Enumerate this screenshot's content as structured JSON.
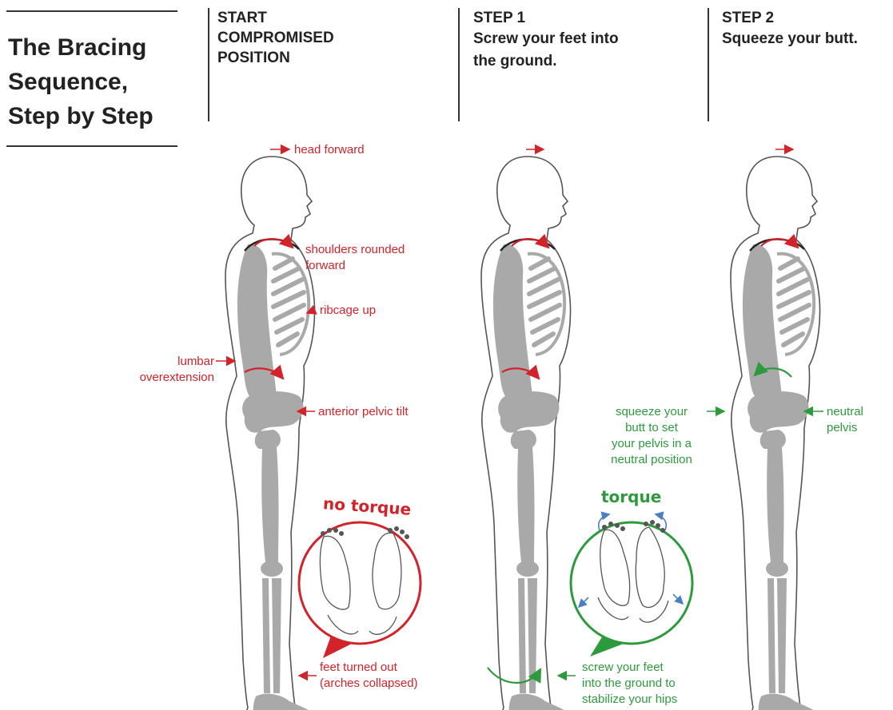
{
  "title": "The Bracing Sequence, Step by Step",
  "title_lines": [
    "The Bracing",
    "Sequence,",
    "Step by Step"
  ],
  "colors": {
    "bad": "#d2232a",
    "good": "#2e9a3e",
    "bone": "#a9a9a9",
    "outline": "#555555",
    "rotation": "#4a7fc1"
  },
  "columns": [
    {
      "label": "START",
      "description_lines": [
        "COMPROMISED",
        "POSITION"
      ]
    },
    {
      "label": "STEP 1",
      "description_lines": [
        "Screw your feet into",
        "the ground."
      ]
    },
    {
      "label": "STEP 2",
      "description_lines": [
        "Squeeze your butt."
      ]
    }
  ],
  "annotations": {
    "head_forward": "head forward",
    "shoulders": [
      "shoulders rounded",
      "forward"
    ],
    "ribcage": "ribcage up",
    "lumbar": [
      "lumbar",
      "overextension"
    ],
    "pelvic_tilt": "anterior pelvic tilt",
    "feet_out": [
      "feet turned out",
      "(arches collapsed)"
    ],
    "screw_feet": [
      "screw your feet",
      "into the ground to",
      "stabilize your hips"
    ],
    "squeeze_butt": [
      "squeeze your",
      "butt to set",
      "your pelvis in a",
      "neutral position"
    ],
    "neutral_pelvis": [
      "neutral",
      "pelvis"
    ]
  },
  "callouts": {
    "no_torque": "no torque",
    "torque": "torque"
  }
}
